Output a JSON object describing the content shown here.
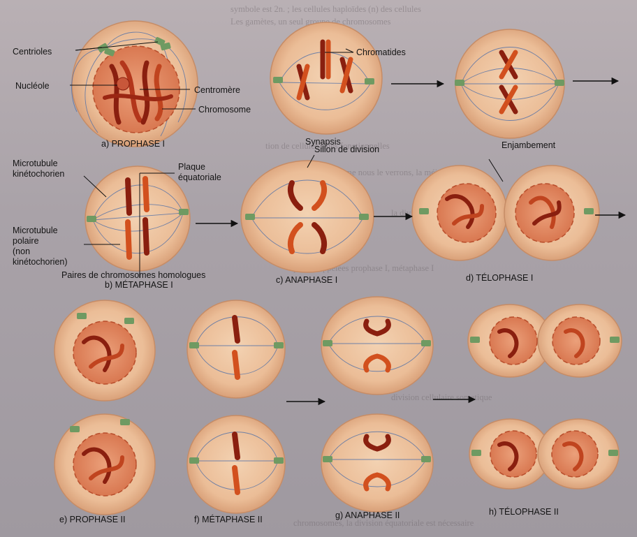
{
  "labels": {
    "centrioles": "Centrioles",
    "nucleole": "Nucléole",
    "centromere": "Centromère",
    "chromosome": "Chromosome",
    "chromatides": "Chromatides",
    "microtubule_kineto_1": "Microtubule",
    "microtubule_kineto_2": "kinétochorien",
    "plaque_1": "Plaque",
    "plaque_2": "équatoriale",
    "sillon": "Sillon de division",
    "microtubule_pol_1": "Microtubule",
    "microtubule_pol_2": "polaire",
    "microtubule_pol_3": "(non",
    "microtubule_pol_4": "kinétochorien)",
    "paires": "Paires de chromosomes homologues"
  },
  "captions": {
    "a": "a) PROPHASE I",
    "synapsis": "Synapsis",
    "enjambement": "Enjambement",
    "b": "b) MÉTAPHASE I",
    "c": "c) ANAPHASE I",
    "d": "d) TÉLOPHASE I",
    "e": "e) PROPHASE II",
    "f": "f) MÉTAPHASE II",
    "g": "g) ANAPHASE II",
    "h": "h) TÉLOPHASE II"
  },
  "colors": {
    "cell_outer": "#e6b48d",
    "cell_inner": "#efc6a4",
    "nucleus": "#e08a63",
    "chromosome_dark": "#8a1f0f",
    "chromosome_light": "#d2501e",
    "spindle": "#4f6fa8",
    "centriole": "#6f9a62"
  }
}
